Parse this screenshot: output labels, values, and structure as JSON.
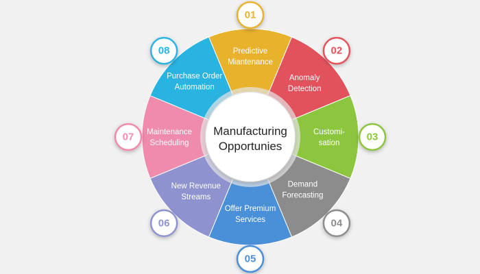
{
  "center": {
    "line1": "Manufacturing",
    "line2": "Opportunies"
  },
  "segments": [
    {
      "num": "01",
      "line1": "Predictive",
      "line2": "Miantenance",
      "color": "#e8b22d"
    },
    {
      "num": "02",
      "line1": "Anomaly",
      "line2": "Detection",
      "color": "#e2525c"
    },
    {
      "num": "03",
      "line1": "Customi-",
      "line2": "sation",
      "color": "#8cc63f"
    },
    {
      "num": "04",
      "line1": "Demand",
      "line2": "Forecasting",
      "color": "#8c8c8c"
    },
    {
      "num": "05",
      "line1": "Offer Premium",
      "line2": "Services",
      "color": "#4a90d9"
    },
    {
      "num": "06",
      "line1": "New Revenue",
      "line2": "Streams",
      "color": "#8e93cf"
    },
    {
      "num": "07",
      "line1": "Maintenance",
      "line2": "Scheduling",
      "color": "#ef8bac"
    },
    {
      "num": "08",
      "line1": "Purchase Order",
      "line2": "Automation",
      "color": "#29b3e0"
    }
  ]
}
